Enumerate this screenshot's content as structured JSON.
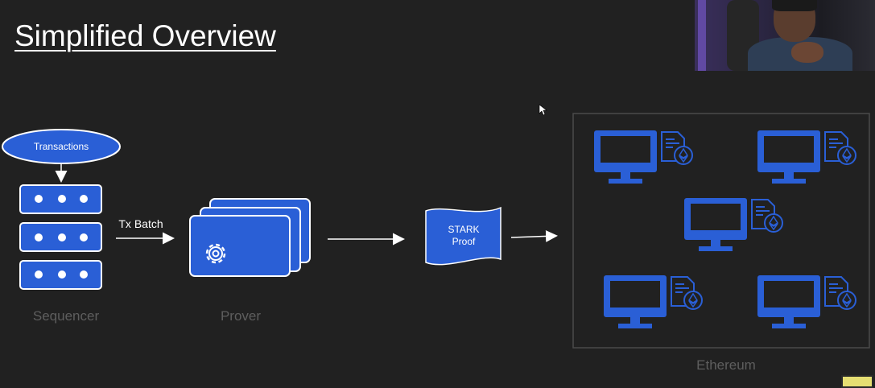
{
  "title": "Simplified Overview",
  "colors": {
    "background": "#212121",
    "accent_blue": "#2a5fd6",
    "label_grey": "#5e5e5e",
    "frame_grey": "#4a4a4a"
  },
  "diagram": {
    "transactions_label": "Transactions",
    "tx_batch_label": "Tx Batch",
    "sequencer_label": "Sequencer",
    "prover_label": "Prover",
    "stark_line1": "STARK",
    "stark_line2": "Proof",
    "ethereum_label": "Ethereum"
  },
  "icons": {
    "prover": "gear-icon",
    "ethereum_nodes": "computer-with-eth-document-icon",
    "sequencer_rows": "server-rack-icon"
  },
  "overlay": {
    "webcam": "presenter-webcam",
    "cursor": "mouse-pointer"
  }
}
